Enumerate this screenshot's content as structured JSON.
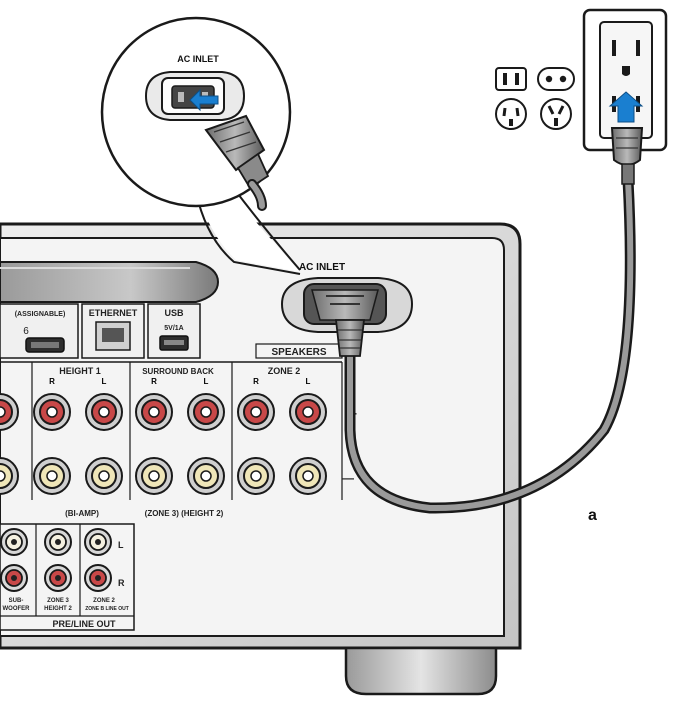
{
  "labels": {
    "ac_inlet_zoom": "AC INLET",
    "ac_inlet_panel": "AC INLET",
    "assignable": "(ASSIGNABLE)",
    "ethernet": "ETHERNET",
    "usb": "USB",
    "usb_rating": "5V/1A",
    "hdmi_number": "6",
    "speakers": "SPEAKERS",
    "height1": "HEIGHT 1",
    "surround_back": "SURROUND BACK",
    "zone2": "ZONE 2",
    "r": "R",
    "l": "L",
    "plus": "+",
    "minus": "—",
    "bi_amp": "(BI-AMP)",
    "zone3_height2": "(ZONE 3)  (HEIGHT 2)",
    "pre_r": "R",
    "pre_l": "L",
    "subwoofer_1": "SUB-",
    "subwoofer_2": "WOOFER",
    "zone3_out_1": "ZONE 3",
    "zone3_out_2": "HEIGHT 2",
    "zone2_out_1": "ZONE 2",
    "zone2_out_2": "ZONE B LINE OUT",
    "pre_line_out": "PRE/LINE OUT",
    "callout_a": "a"
  },
  "colors": {
    "outline": "#1a1a1a",
    "panel": "#f2f2f2",
    "frame": "#d6d6d6",
    "cable": "#8a8a8a",
    "arrow_blue": "#1a7fd0",
    "terminal_red": "#c84848",
    "terminal_cream": "#efe6b8"
  }
}
